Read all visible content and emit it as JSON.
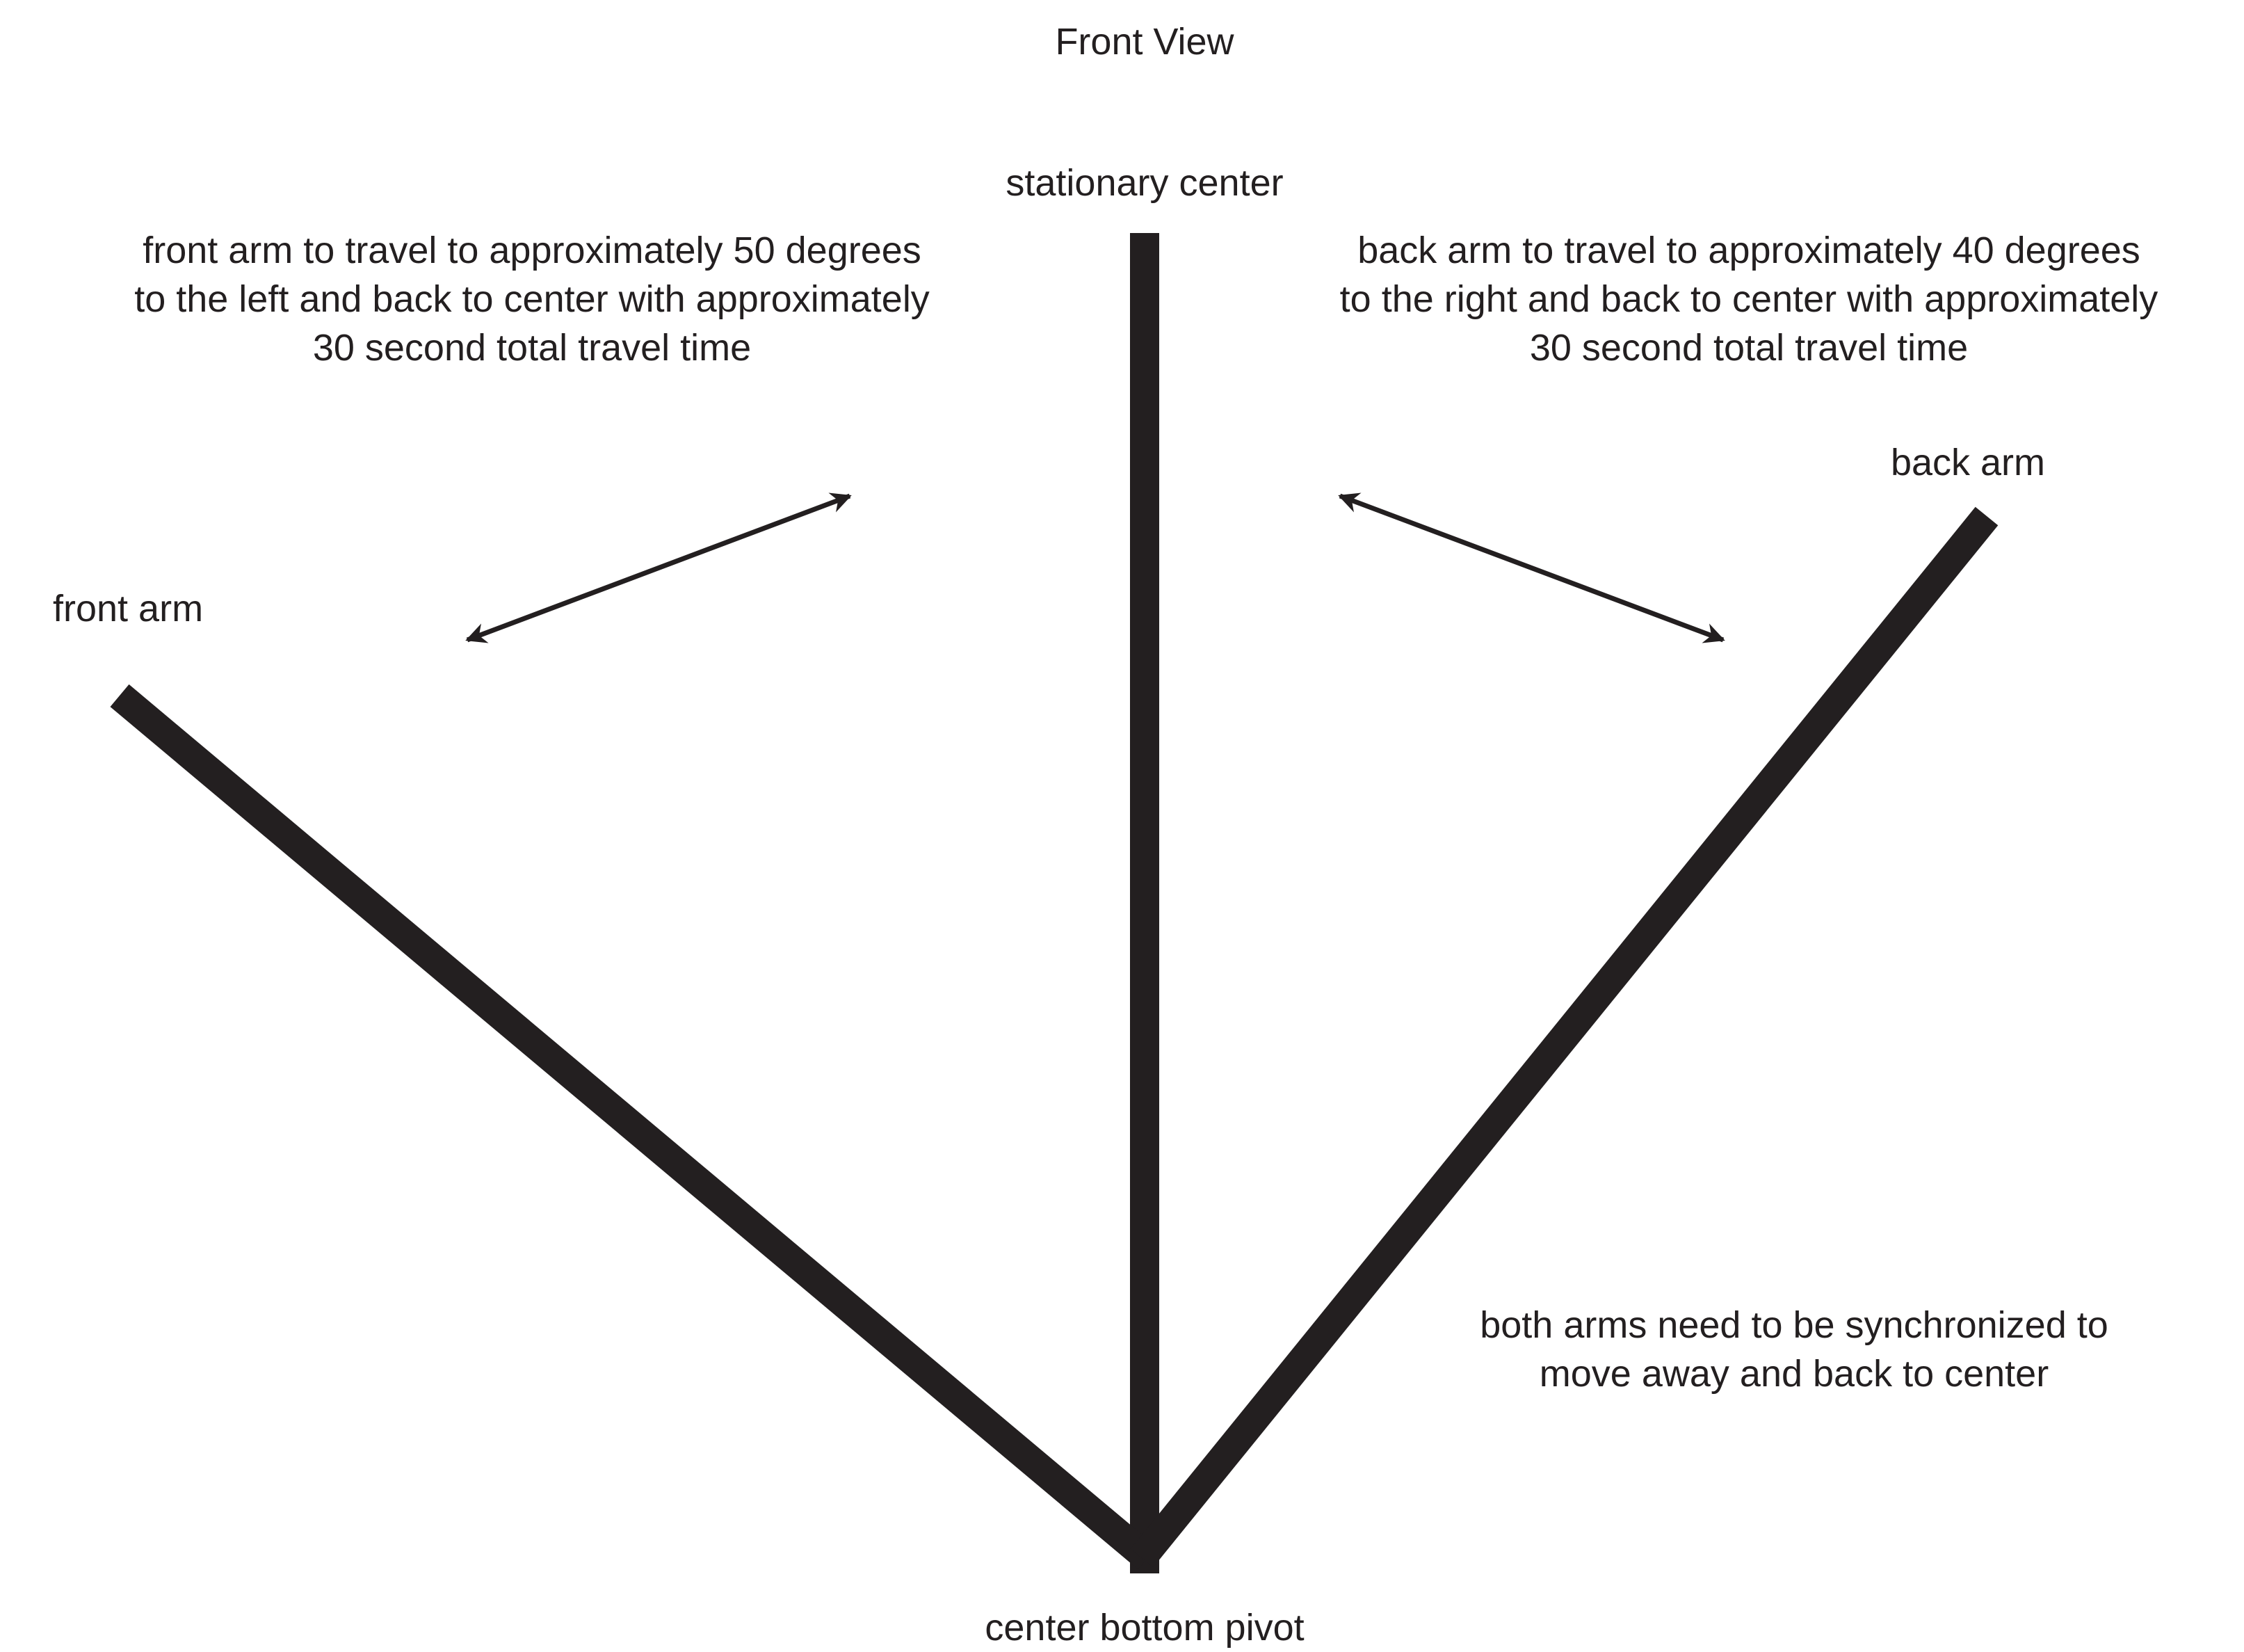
{
  "title": "Front View",
  "labels": {
    "stationary_center": "stationary center",
    "front_arm": "front arm",
    "back_arm": "back arm",
    "center_bottom_pivot": "center bottom pivot"
  },
  "notes": {
    "front_arm_travel": "front arm to travel to approximately 50 degrees\nto the left and back to center with approximately\n30 second total travel time",
    "back_arm_travel": "back arm to travel to approximately 40 degrees\nto the right and back to center with approximately\n30 second total travel time",
    "synchronization": "both arms need to be synchronized to\nmove away and back to center"
  },
  "colors": {
    "ink": "#231f20",
    "background": "#ffffff"
  }
}
